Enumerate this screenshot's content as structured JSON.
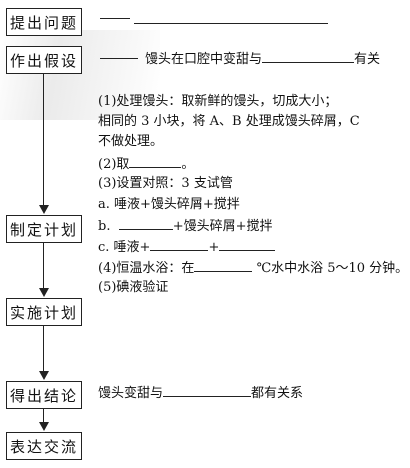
{
  "steps": {
    "s1": "提出问题",
    "s2": "作出假设",
    "s3": "制定计划",
    "s4": "实施计划",
    "s5": "得出结论",
    "s6": "表达交流"
  },
  "hypothesis": {
    "prefix": "馒头在口腔中变甜与",
    "suffix": "有关"
  },
  "plan": {
    "l1": "(1)处理馒头：取新鲜的馒头，切成大小；",
    "l2": "相同的 3 小块，将 A、B 处理成馒头碎屑，C",
    "l3": "不做处理。",
    "l4_a": "(2)取",
    "l4_b": "。",
    "l5": "(3)设置对照：3 支试管",
    "l6": "a.  唾液+馒头碎屑+搅拌",
    "l7_a": "b.",
    "l7_b": "+馒头碎屑+搅拌",
    "l8_a": "c.  唾液+",
    "l8_b": "+",
    "l9_a": "(4)恒温水浴：在",
    "l9_b": "℃水中水浴 5～10 分钟。",
    "l10": "(5)碘液验证"
  },
  "conclusion": {
    "prefix": "馒头变甜与",
    "suffix": "都有关系"
  }
}
